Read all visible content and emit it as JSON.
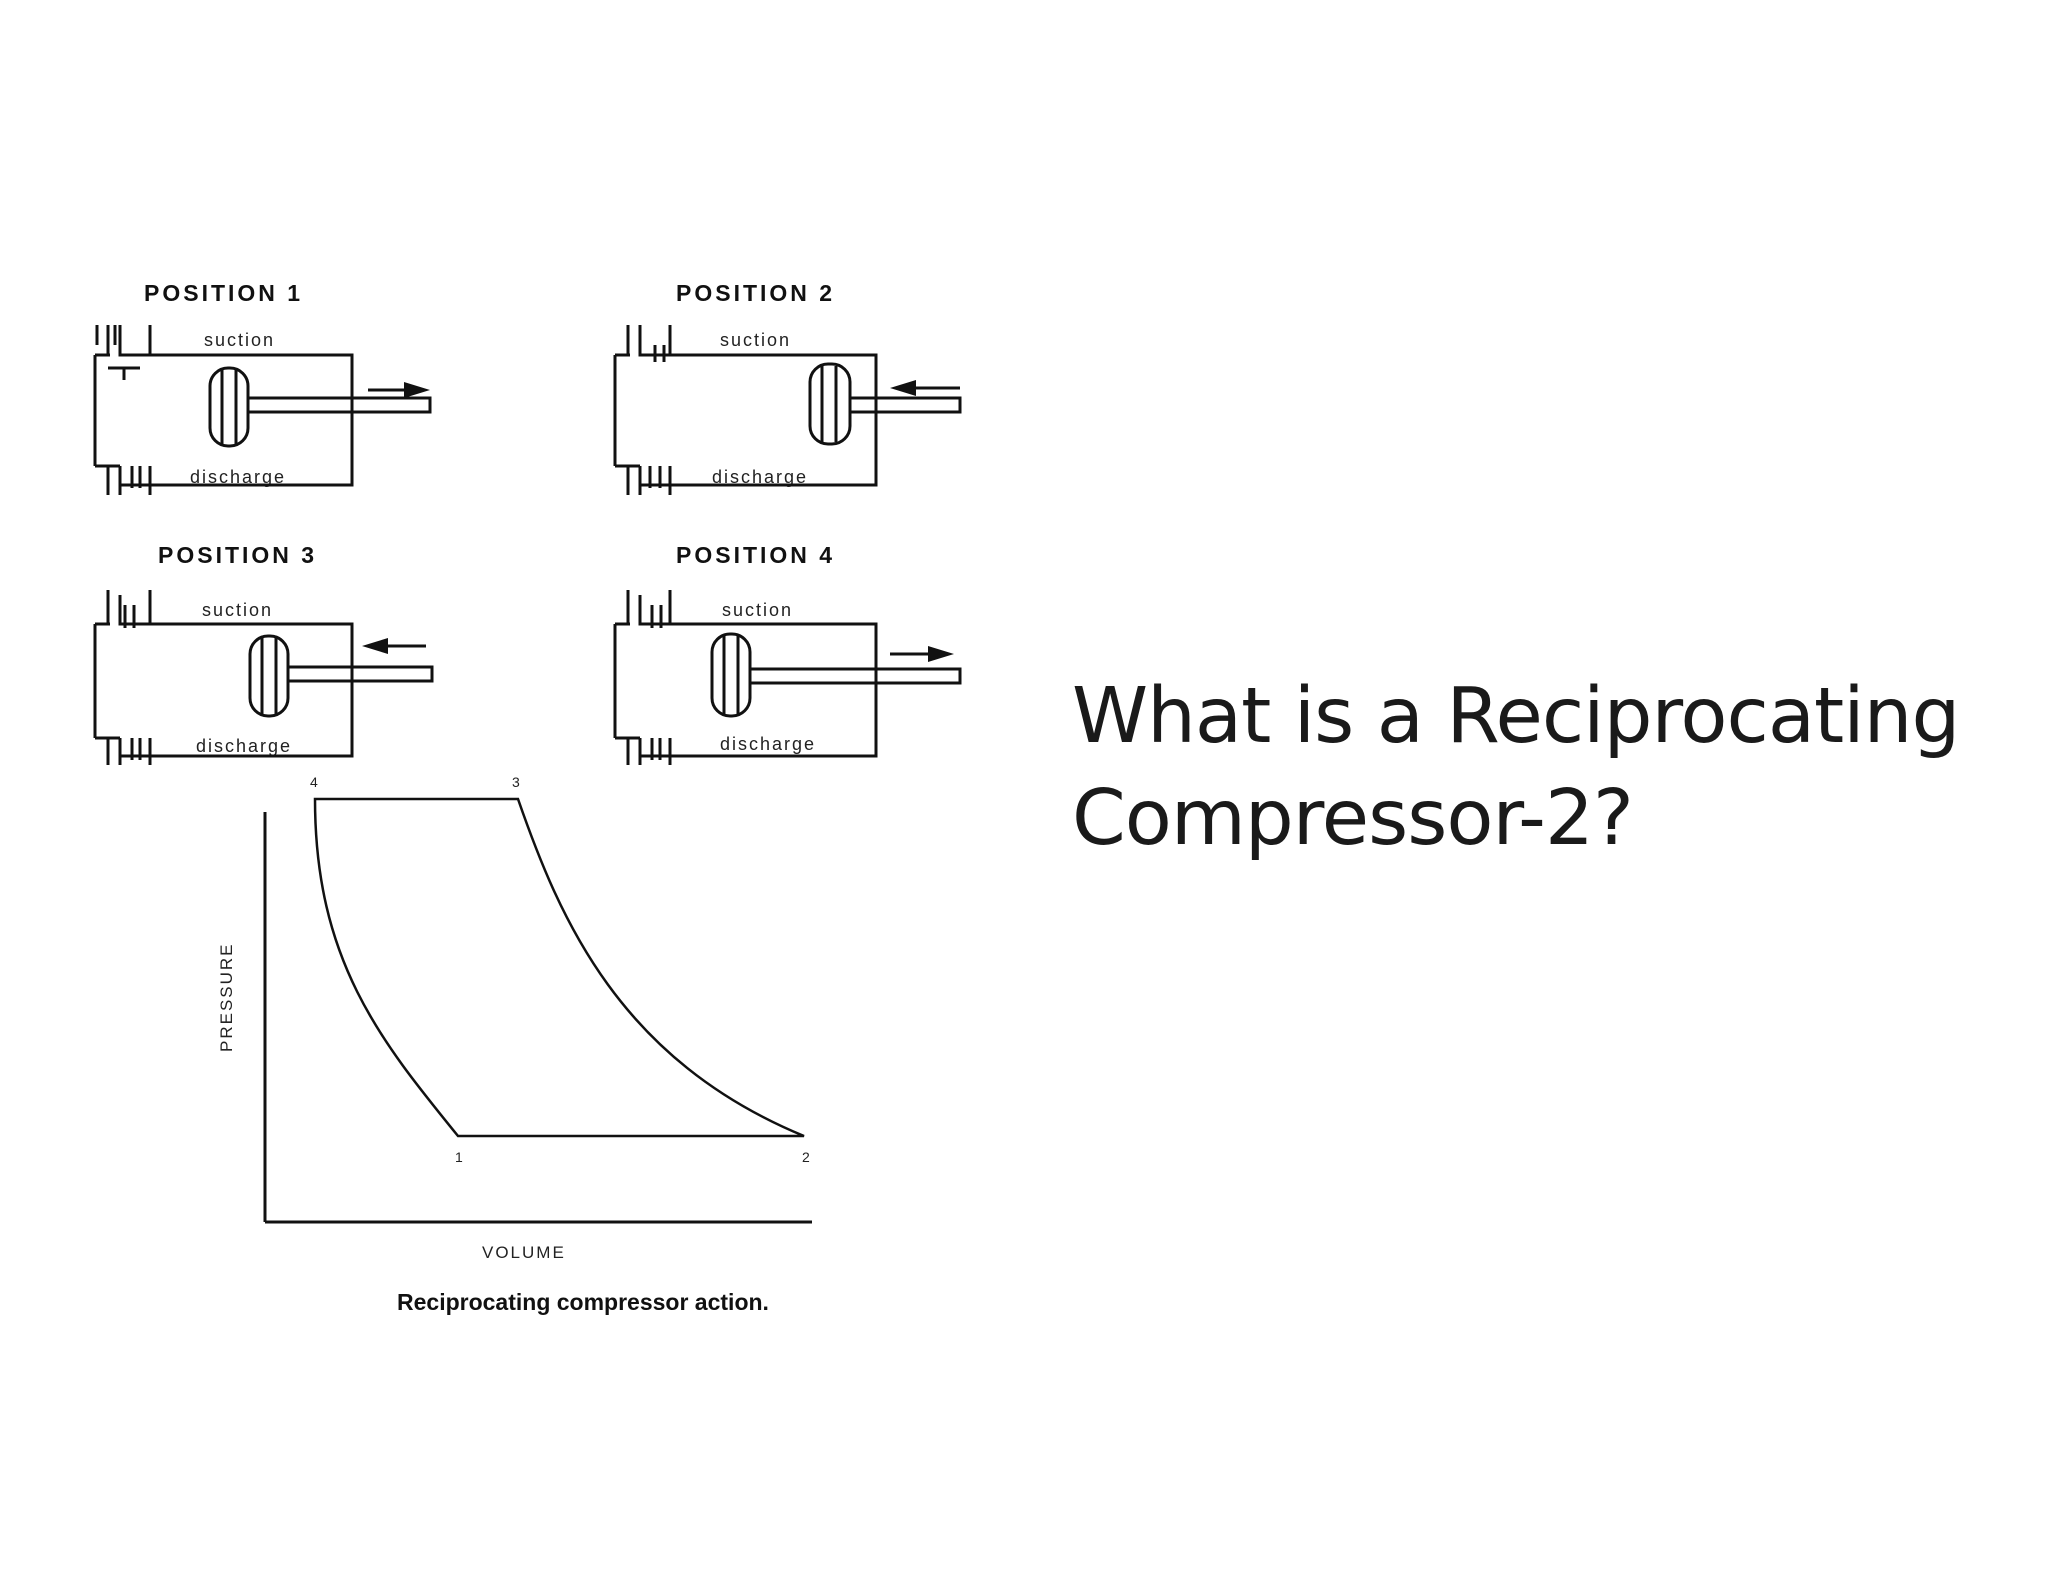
{
  "slide": {
    "title_line1": "What is a Reciprocating",
    "title_line2": "Compressor-2?"
  },
  "figure": {
    "positions": [
      {
        "title": "POSITION 1",
        "suction": "suction",
        "discharge": "discharge",
        "piston": "left",
        "arrow": "right"
      },
      {
        "title": "POSITION 2",
        "suction": "suction",
        "discharge": "discharge",
        "piston": "right",
        "arrow": "left"
      },
      {
        "title": "POSITION 3",
        "suction": "suction",
        "discharge": "discharge",
        "piston": "middle",
        "arrow": "left"
      },
      {
        "title": "POSITION 4",
        "suction": "suction",
        "discharge": "discharge",
        "piston": "middle",
        "arrow": "right"
      }
    ],
    "pv_diagram": {
      "xlabel": "VOLUME",
      "ylabel": "PRESSURE",
      "points": [
        "1",
        "2",
        "3",
        "4"
      ]
    },
    "caption": "Reciprocating compressor action."
  }
}
